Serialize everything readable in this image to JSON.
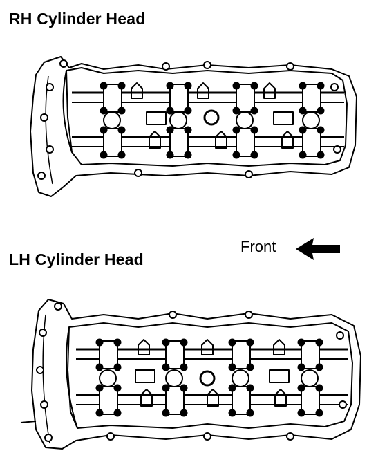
{
  "diagram": {
    "rh_title": "RH Cylinder Head",
    "lh_title": "LH Cylinder Head",
    "front_label": "Front",
    "arrow_icon": "arrow-left-icon",
    "line_color": "#000000",
    "background_color": "#ffffff"
  }
}
